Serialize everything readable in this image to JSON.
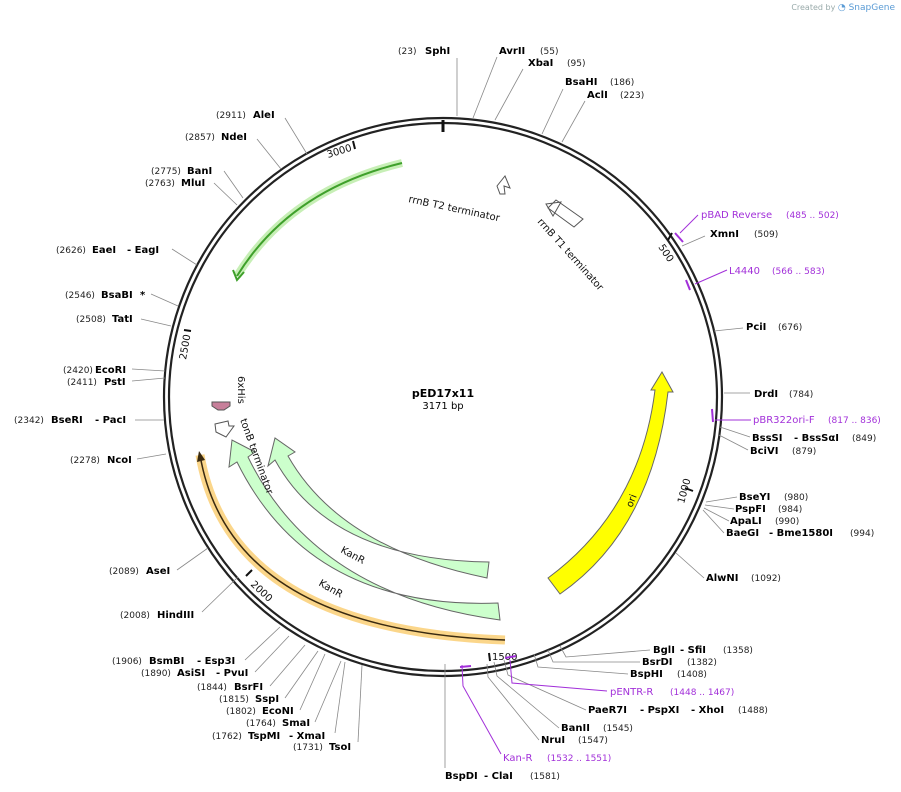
{
  "plasmid": {
    "name": "pED17x11",
    "size_label": "3171 bp",
    "length": 3171
  },
  "credit": {
    "prefix": "Created by",
    "brand": "SnapGene"
  },
  "ticks": [
    "500",
    "1000",
    "1500",
    "2000",
    "2500",
    "3000"
  ],
  "enzymes": [
    {
      "name": "SphI",
      "pos": "(23)"
    },
    {
      "name": "AvrII",
      "pos": "(55)"
    },
    {
      "name": "XbaI",
      "pos": "(95)"
    },
    {
      "name": "BsaHI",
      "pos": "(186)"
    },
    {
      "name": "AclI",
      "pos": "(223)"
    },
    {
      "name": "XmnI",
      "pos": "(509)"
    },
    {
      "name": "PciI",
      "pos": "(676)"
    },
    {
      "name": "DrdI",
      "pos": "(784)"
    },
    {
      "name": "BssSI",
      "name2": "- BssSαI",
      "pos": "(849)"
    },
    {
      "name": "BciVI",
      "pos": "(879)"
    },
    {
      "name": "BseYI",
      "pos": "(980)"
    },
    {
      "name": "PspFI",
      "pos": "(984)"
    },
    {
      "name": "ApaLI",
      "pos": "(990)"
    },
    {
      "name": "BaeGI",
      "name2": "- Bme1580I",
      "pos": "(994)"
    },
    {
      "name": "AlwNI",
      "pos": "(1092)"
    },
    {
      "name": "BglI",
      "name2": "- SfiI",
      "pos": "(1358)"
    },
    {
      "name": "BsrDI",
      "pos": "(1382)"
    },
    {
      "name": "BspHI",
      "pos": "(1408)"
    },
    {
      "name": "PaeR7I",
      "name2": "- PspXI",
      "name3": "- XhoI",
      "pos": "(1488)"
    },
    {
      "name": "BanII",
      "pos": "(1545)"
    },
    {
      "name": "NruI",
      "pos": "(1547)"
    },
    {
      "name": "BspDI",
      "name2": "- ClaI",
      "pos": "(1581)"
    },
    {
      "name": "TsoI",
      "pos": "(1731)"
    },
    {
      "name": "TspMI",
      "name2": "- XmaI",
      "pos": "(1762)"
    },
    {
      "name": "SmaI",
      "pos": "(1764)"
    },
    {
      "name": "EcoNI",
      "pos": "(1802)"
    },
    {
      "name": "SspI",
      "pos": "(1815)"
    },
    {
      "name": "BsrFI",
      "pos": "(1844)"
    },
    {
      "name": "AsiSI",
      "name2": "- PvuI",
      "pos": "(1890)"
    },
    {
      "name": "BsmBI",
      "name2": "- Esp3I",
      "pos": "(1906)"
    },
    {
      "name": "HindIII",
      "pos": "(2008)"
    },
    {
      "name": "AseI",
      "pos": "(2089)"
    },
    {
      "name": "NcoI",
      "pos": "(2278)"
    },
    {
      "name": "BseRI",
      "name2": "- PacI",
      "pos": "(2342)"
    },
    {
      "name": "PstI",
      "pos": "(2411)"
    },
    {
      "name": "EcoRI",
      "pos": "(2420)"
    },
    {
      "name": "TatI",
      "pos": "(2508)"
    },
    {
      "name": "BsaBI",
      "name2": "*",
      "pos": "(2546)"
    },
    {
      "name": "EaeI",
      "name2": "- EagI",
      "pos": "(2626)"
    },
    {
      "name": "MluI",
      "pos": "(2763)"
    },
    {
      "name": "BanI",
      "pos": "(2775)"
    },
    {
      "name": "NdeI",
      "pos": "(2857)"
    },
    {
      "name": "AleI",
      "pos": "(2911)"
    }
  ],
  "primers": [
    {
      "name": "pBAD Reverse",
      "range": "(485 .. 502)"
    },
    {
      "name": "L4440",
      "range": "(566 .. 583)"
    },
    {
      "name": "pBR322ori-F",
      "range": "(817 .. 836)"
    },
    {
      "name": "pENTR-R",
      "range": "(1448 .. 1467)"
    },
    {
      "name": "Kan-R",
      "range": "(1532 .. 1551)"
    }
  ],
  "features": [
    {
      "name": "rrnB T2 terminator"
    },
    {
      "name": "rrnB T1 terminator"
    },
    {
      "name": "ori"
    },
    {
      "name": "KanR"
    },
    {
      "name": "KanR"
    },
    {
      "name": "tonB terminator"
    },
    {
      "name": "6xHis"
    }
  ],
  "colors": {
    "backbone": "#222222",
    "ori": "#ffff00",
    "kanr": "#ccffcc",
    "highlight_green": "#3fa02b",
    "highlight_orange": "#f5b840",
    "primer": "#a230d9",
    "his": "#c77f9a"
  }
}
